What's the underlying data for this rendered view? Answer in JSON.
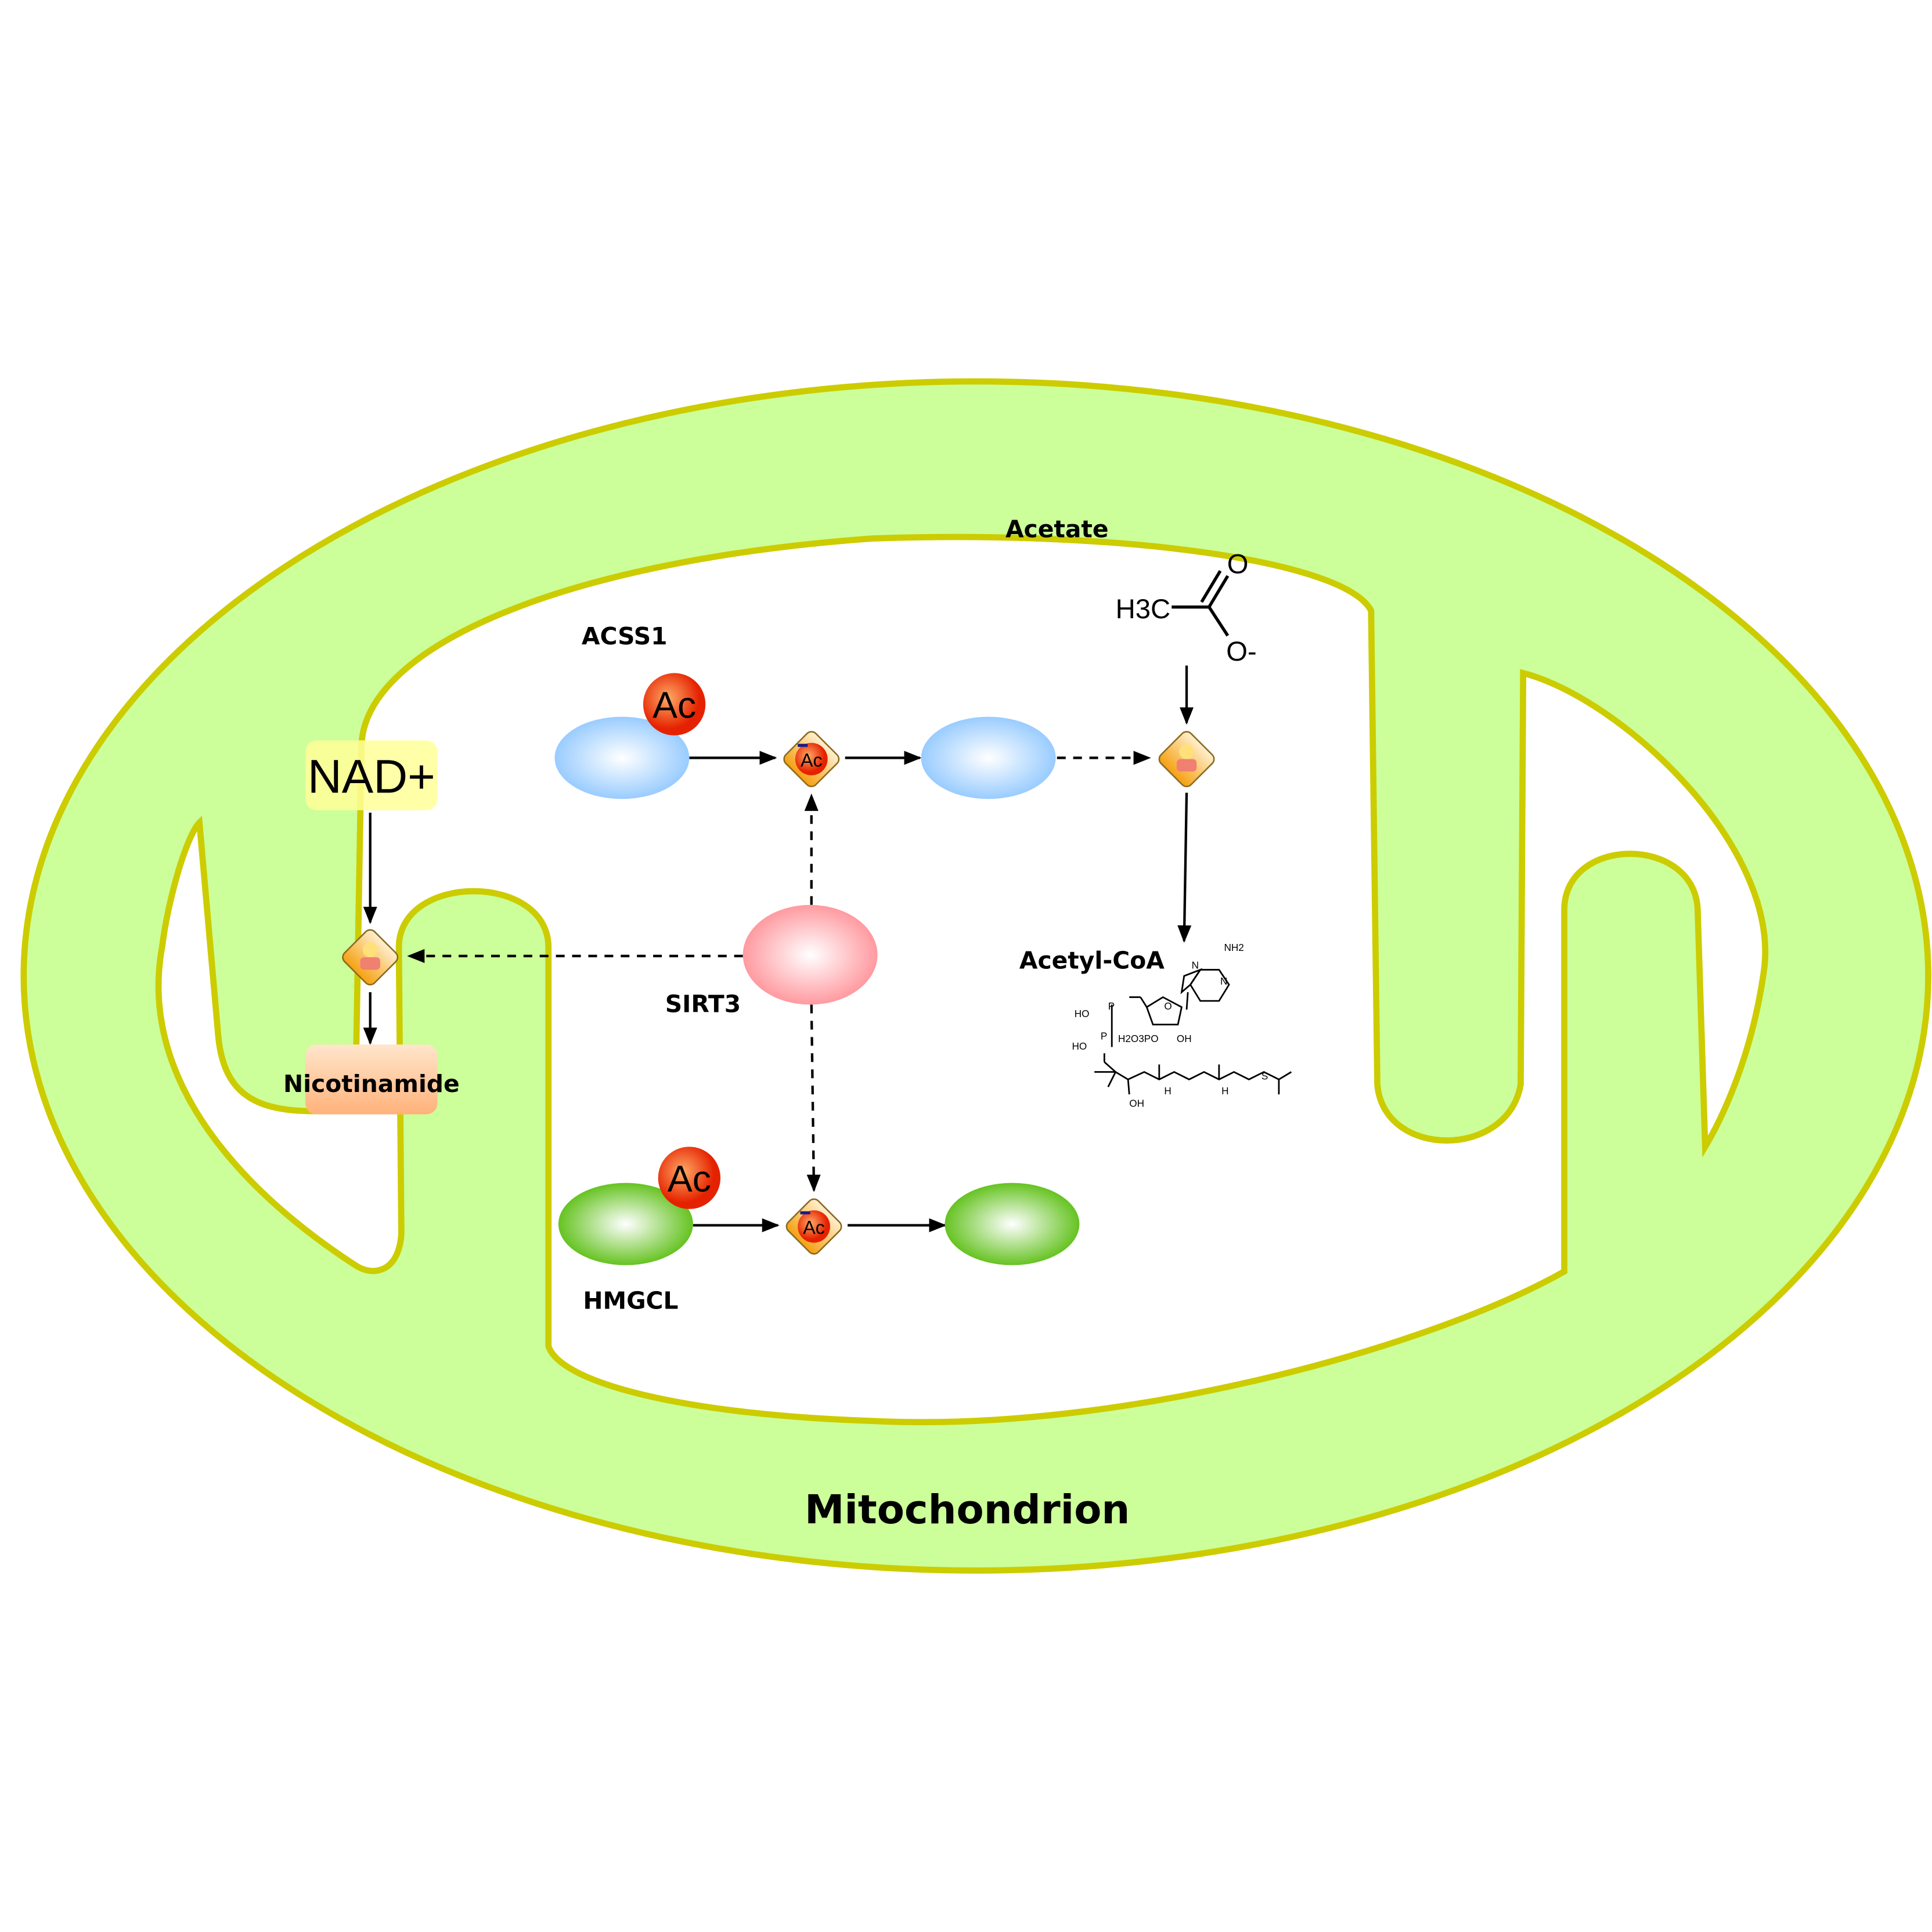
{
  "title": "Mitochondrion",
  "labels": {
    "acetate": "Acetate",
    "acss1": "ACSS1",
    "sirt3": "SIRT3",
    "hmgcl": "HMGCL",
    "acetyl_coa": "Acetyl-CoA",
    "nicotinamide": "Nicotinamide",
    "nad": "NAD+"
  },
  "modification": {
    "acetyl": "Ac",
    "removed_acetyl": "Ac"
  },
  "acetate_structure": {
    "methyl": "H3C",
    "carbonyl_o": "O",
    "anion_o": "O-"
  },
  "coa_structure": {
    "amine": "NH2",
    "n": "N",
    "o": "O",
    "ho": "HO",
    "p": "P",
    "phosphate": "H2O3PO",
    "oh": "OH",
    "nh": "H",
    "s": "S"
  },
  "colors": {
    "membrane_fill": "#ccff99",
    "membrane_stroke": "#cccc00",
    "acss1": "#aad4ff",
    "sirt3": "#ff9999",
    "hmgcl": "#66cc33",
    "acetyl": "#ee3300",
    "process": "#f5a623"
  }
}
